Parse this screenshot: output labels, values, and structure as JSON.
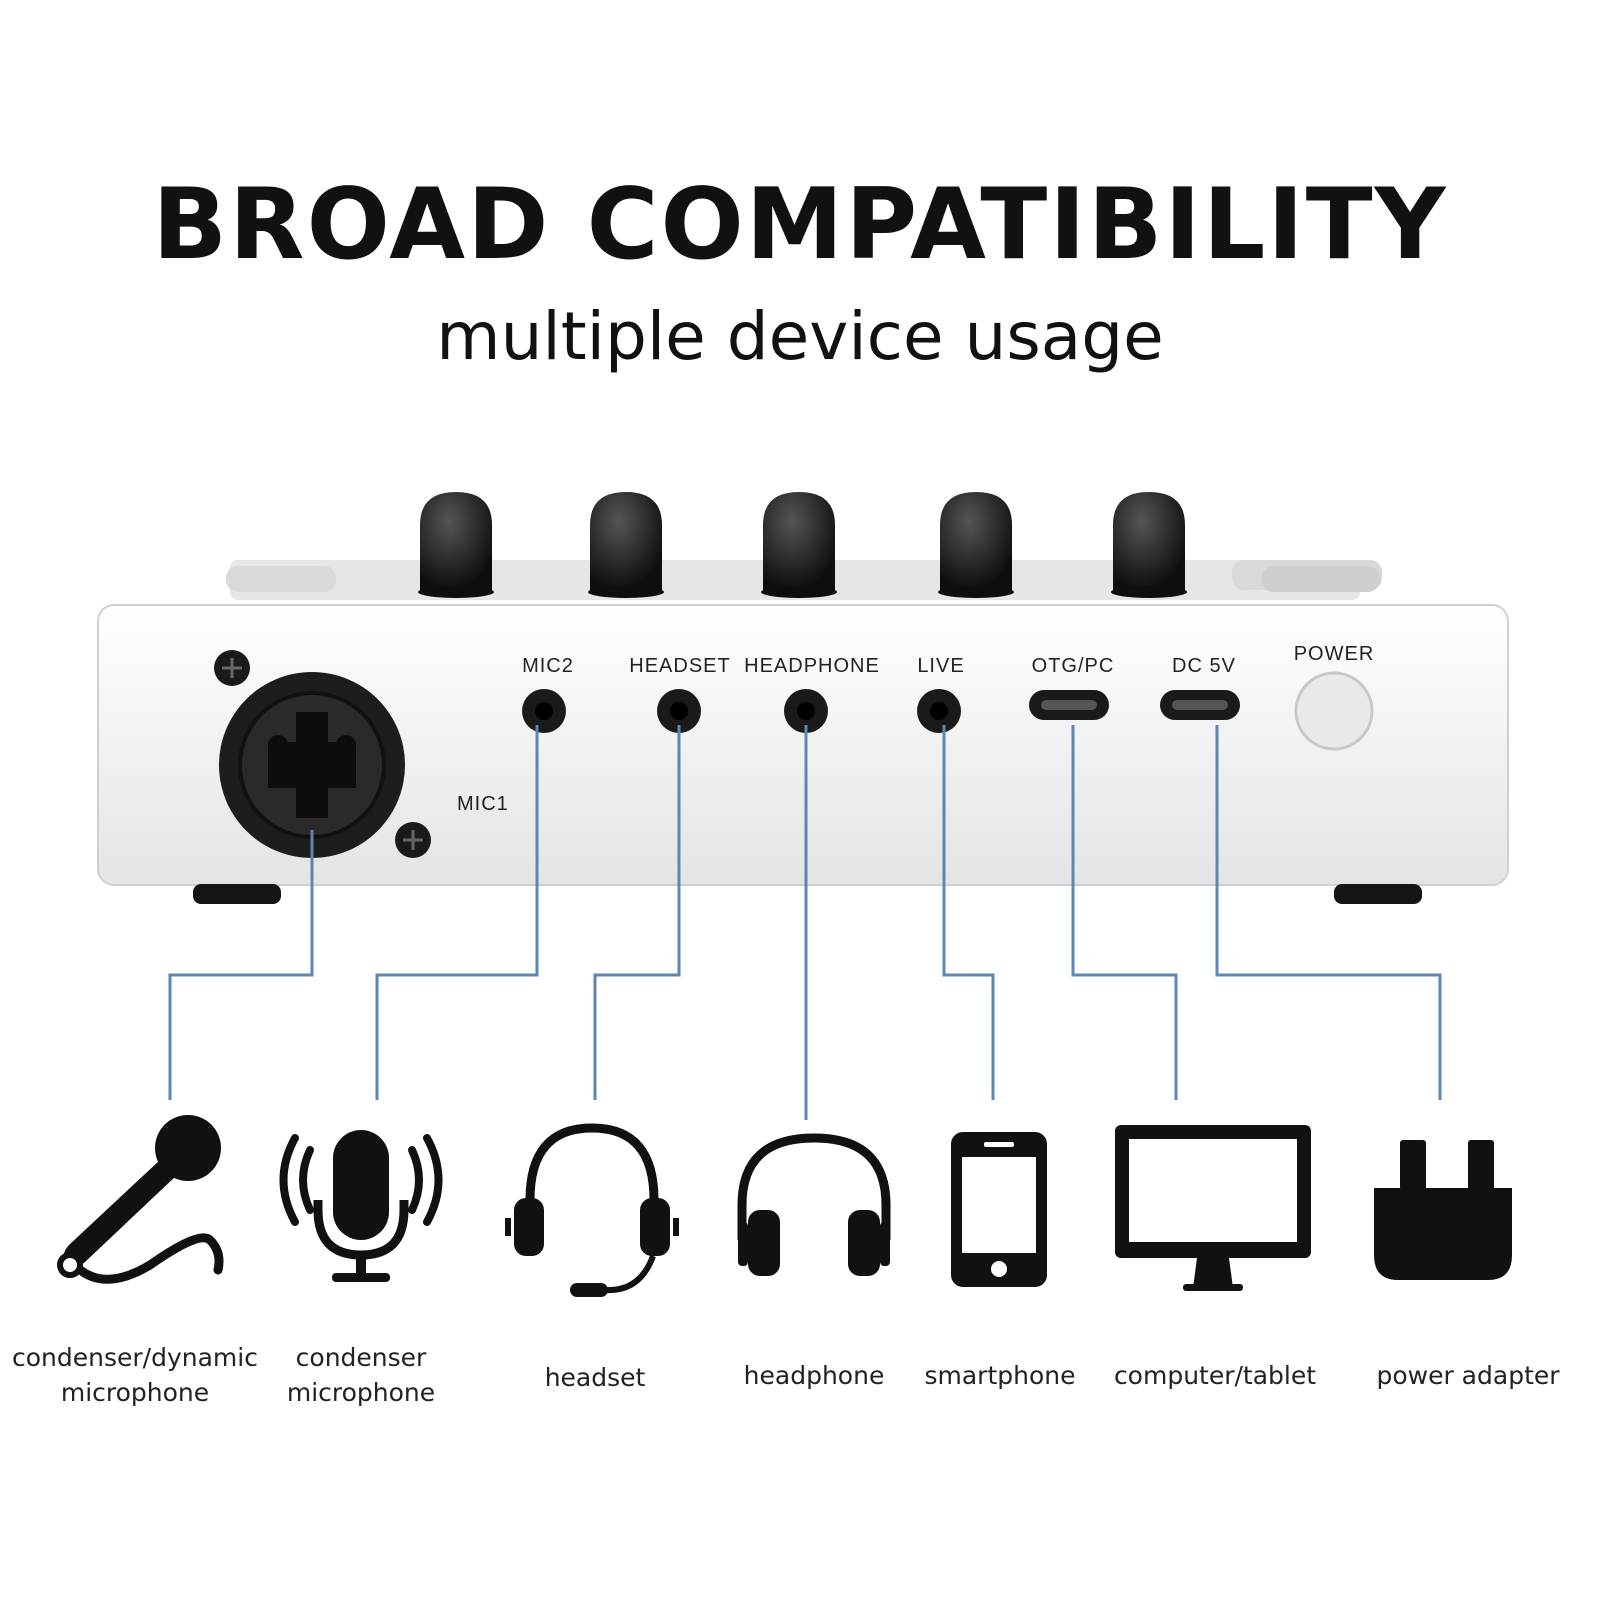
{
  "header": {
    "title": "BROAD COMPATIBILITY",
    "subtitle": "multiple device usage"
  },
  "device": {
    "ports": {
      "mic1": "MIC1",
      "mic2": "MIC2",
      "headset": "HEADSET",
      "headphone": "HEADPHONE",
      "live": "LIVE",
      "otg_pc": "OTG/PC",
      "dc5v": "DC 5V",
      "power": "POWER"
    }
  },
  "devices": [
    {
      "line1": "condenser/dynamic",
      "line2": "microphone",
      "icon": "handheld-microphone-icon"
    },
    {
      "line1": "condenser",
      "line2": "microphone",
      "icon": "studio-microphone-icon"
    },
    {
      "line1": "headset",
      "line2": "",
      "icon": "headset-icon"
    },
    {
      "line1": "headphone",
      "line2": "",
      "icon": "headphone-icon"
    },
    {
      "line1": "smartphone",
      "line2": "",
      "icon": "smartphone-icon"
    },
    {
      "line1": "computer/tablet",
      "line2": "",
      "icon": "monitor-icon"
    },
    {
      "line1": "power adapter",
      "line2": "",
      "icon": "power-plug-icon"
    }
  ],
  "colors": {
    "connector_line": "#5b86b5",
    "device_body": "#f1f1f1",
    "knob": "#1a1a1a",
    "icon": "#111111"
  }
}
